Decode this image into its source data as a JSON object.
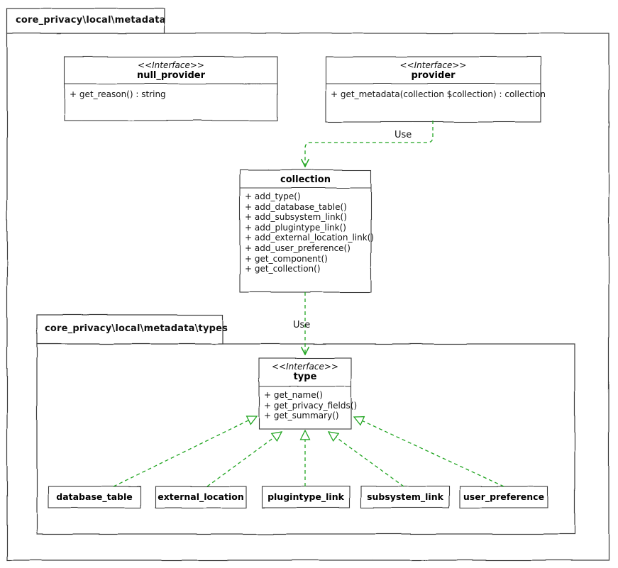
{
  "packages": {
    "outer": "core_privacy\\local\\metadata",
    "inner": "core_privacy\\local\\metadata\\types"
  },
  "null_provider": {
    "stereotype": "<<Interface>>",
    "name": "null_provider",
    "methods": [
      "+ get_reason() : string"
    ]
  },
  "provider": {
    "stereotype": "<<Interface>>",
    "name": "provider",
    "methods": [
      "+ get_metadata(collection $collection) : collection"
    ]
  },
  "collection": {
    "name": "collection",
    "methods": [
      "+ add_type()",
      "+ add_database_table()",
      "+ add_subsystem_link()",
      "+ add_plugintype_link()",
      "+ add_external_location_link()",
      "+ add_user_preference()",
      "+ get_component()",
      "+ get_collection()"
    ]
  },
  "type": {
    "stereotype": "<<Interface>>",
    "name": "type",
    "methods": [
      "+ get_name()",
      "+ get_privacy_fields()",
      "+ get_summary()"
    ]
  },
  "type_classes": [
    "database_table",
    "external_location",
    "plugintype_link",
    "subsystem_link",
    "user_preference"
  ],
  "labels": {
    "use1": "Use",
    "use2": "Use"
  },
  "colors": {
    "arrow": "#1fa41f",
    "border": "#3a3a3a"
  }
}
